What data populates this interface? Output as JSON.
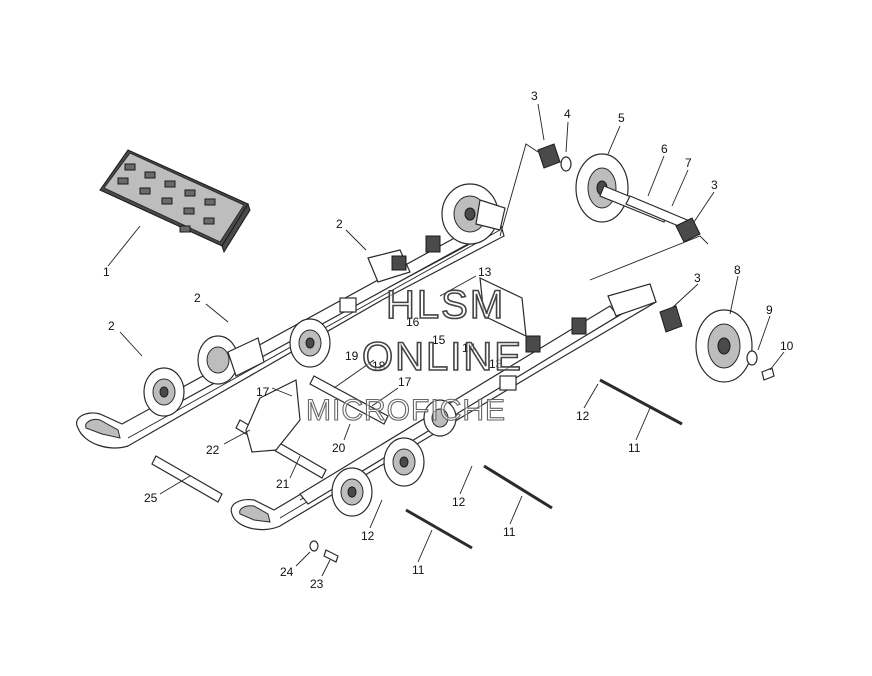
{
  "callouts": {
    "c1": "1",
    "c2a": "2",
    "c2b": "2",
    "c2c": "2",
    "c3a": "3",
    "c3b": "3",
    "c3c": "3",
    "c4": "4",
    "c5": "5",
    "c6": "6",
    "c7": "7",
    "c8": "8",
    "c9": "9",
    "c10": "10",
    "c11a": "11",
    "c11b": "11",
    "c11c": "11",
    "c12a": "12",
    "c12b": "12",
    "c12c": "12",
    "c13a": "13",
    "c13b": "13",
    "c14": "14",
    "c15": "15",
    "c16": "16",
    "c17a": "17",
    "c17b": "17",
    "c18": "18",
    "c19": "19",
    "c20": "20",
    "c21": "21",
    "c22": "22",
    "c23": "23",
    "c24": "24",
    "c25": "25"
  },
  "watermark": {
    "line1": "HLSM",
    "line2": "ONLINE",
    "line3": "MICROFICHE"
  },
  "colors": {
    "line": "#2b2b2b",
    "shade": "#bdbdbd",
    "background": "#ffffff"
  }
}
